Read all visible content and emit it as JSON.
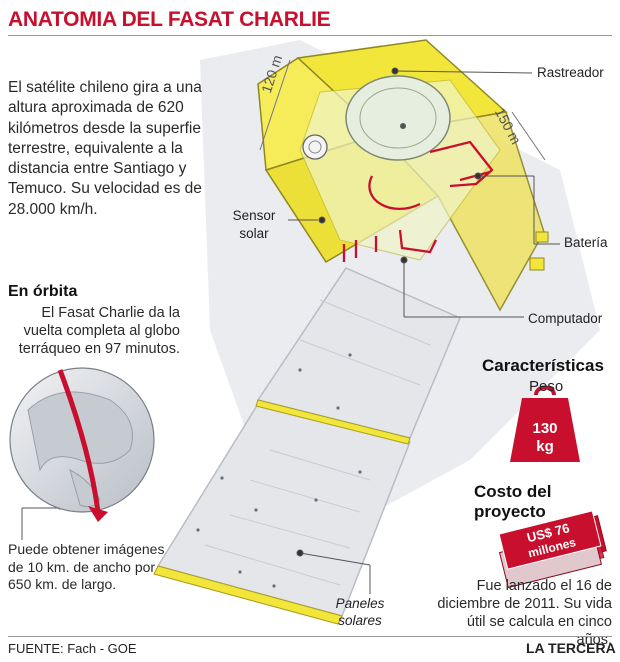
{
  "title": "ANATOMIA DEL FASAT CHARLIE",
  "intro": "El satélite chileno gira a una altura aproximada de 620 kilómetros desde la superfie terrestre, equivalente a la distancia entre Santiago y Temuco. Su velocidad es de 28.000 km/h.",
  "orbit": {
    "heading": "En órbita",
    "text": "El Fasat Charlie da la vuelta completa al globo terráqueo en 97 minutos."
  },
  "images_note": "Puede obtener imágenes de 10 km. de ancho por 650 km. de largo.",
  "dimensions": {
    "side_a": "120 m",
    "side_b": "150 m"
  },
  "component_labels": {
    "rastreador": "Rastreador",
    "sensor_line1": "Sensor",
    "sensor_line2": "solar",
    "bateria": "Batería",
    "computador": "Computador",
    "paneles_line1": "Paneles",
    "paneles_line2": "solares"
  },
  "characteristics": {
    "heading": "Características",
    "weight_label": "Peso",
    "weight_value": "130",
    "weight_unit": "kg"
  },
  "cost": {
    "heading": "Costo del proyecto",
    "amount": "US$ 76",
    "unit": "millones"
  },
  "launch_note": "Fue lanzado el 16 de diciembre de 2011. Su vida útil se calcula en cinco años.",
  "footer": {
    "source": "FUENTE:  Fach - GOE",
    "brand": "LA TERCERA"
  },
  "colors": {
    "accent_red": "#c8102e",
    "satellite_yellow": "#f3e63a",
    "panel_grey": "#e4e6ea"
  }
}
